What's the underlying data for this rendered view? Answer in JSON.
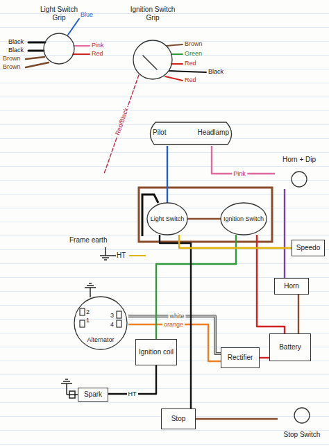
{
  "diagram": {
    "nodes": [
      {
        "text": [
          "Light Switch",
          "Grip"
        ]
      },
      {
        "text": [
          "Ignition Switch",
          "Grip"
        ]
      },
      {
        "text": [
          "Pilot",
          "Headlamp"
        ]
      },
      {
        "text": [
          "Horn + Dip"
        ]
      },
      {
        "text": [
          "Light Switch"
        ]
      },
      {
        "text": [
          "Ignition Switch"
        ]
      },
      {
        "text": [
          "Speedo"
        ]
      },
      {
        "text": [
          "Horn"
        ]
      },
      {
        "text": [
          "Alternator"
        ]
      },
      {
        "text": [
          "Ignition coil"
        ]
      },
      {
        "text": [
          "Rectifier"
        ]
      },
      {
        "text": [
          "Battery"
        ]
      },
      {
        "text": [
          "Spark"
        ]
      },
      {
        "text": [
          "Stop"
        ]
      },
      {
        "text": [
          "Stop Switch"
        ]
      }
    ],
    "edges": [
      {
        "from": 2,
        "to": 4,
        "arrow": "none"
      },
      {
        "from": 2,
        "to": 3,
        "label": "Pink",
        "arrow": "none"
      },
      {
        "from": 4,
        "to": 5,
        "arrow": "none"
      },
      {
        "from": 5,
        "to": 11,
        "arrow": "none"
      },
      {
        "from": 8,
        "to": 10,
        "label": "orange",
        "arrow": "none"
      },
      {
        "from": 8,
        "to": 10,
        "label": "white",
        "arrow": "none"
      },
      {
        "from": 10,
        "to": 11,
        "arrow": "none"
      },
      {
        "from": 5,
        "to": 9,
        "arrow": "none"
      },
      {
        "from": 9,
        "to": 12,
        "label": "HT",
        "arrow": "none"
      },
      {
        "from": 3,
        "to": 7,
        "arrow": "none"
      },
      {
        "from": 7,
        "to": 11,
        "arrow": "none"
      },
      {
        "from": 13,
        "to": 14,
        "arrow": "none"
      },
      {
        "from": 4,
        "to": 13,
        "arrow": "none"
      },
      {
        "from": 4,
        "to": 6,
        "arrow": "none"
      }
    ],
    "labels": [
      "Blue",
      "Black",
      "Black",
      "Pink",
      "Red",
      "Brown",
      "Brown",
      "Brown",
      "Green",
      "Red",
      "Black",
      "Red",
      "Red/Black",
      "Frame earth",
      "HT",
      "1",
      "2",
      "3",
      "4"
    ]
  }
}
